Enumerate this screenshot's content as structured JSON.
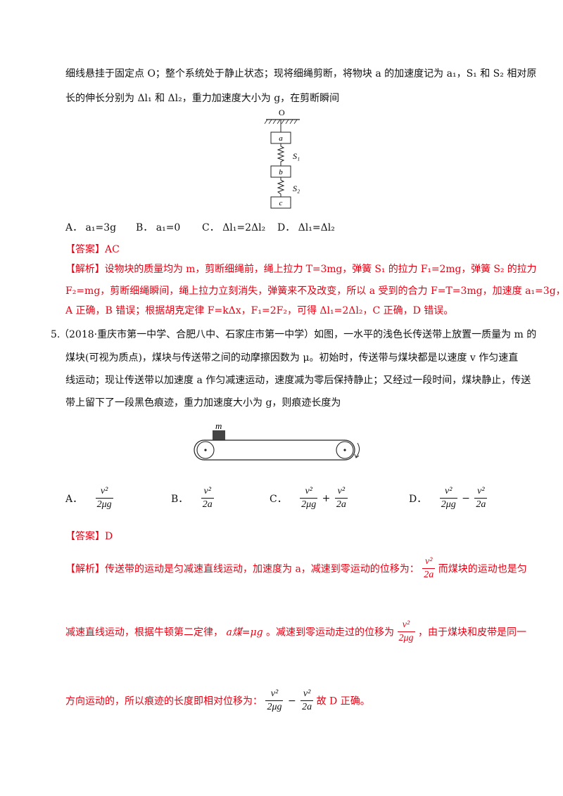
{
  "intro": {
    "line1": "细线悬挂于固定点 O；整个系统处于静止状态；现将细绳剪断，将物块 a 的加速度记为 a₁，S₁ 和 S₂ 相对原",
    "line2": "长的伸长分别为 Δl₁ 和 Δl₂，重力加速度大小为 g，在剪断瞬间"
  },
  "figure1": {
    "point": "O",
    "blocks": [
      "a",
      "b",
      "c"
    ],
    "springs": [
      "S₁",
      "S₂"
    ]
  },
  "q4_options": [
    "A．  a₁=3g",
    "B．  a₁=0",
    "C．  Δl₁=2Δl₂",
    "D．  Δl₁=Δl₂"
  ],
  "q4_answer": "【答案】AC",
  "q4_analysis": [
    "【解析】设物块的质量均为 m，剪断细绳前，绳上拉力 T=3mg，弹簧 S₁ 的拉力 F₁=2mg，弹簧 S₂ 的拉力",
    "F₂=mg，剪断细绳瞬间，绳上拉力立刻消失，弹簧来不及改变，所以 a 受到的合力 F=T=3mg，加速度 a₁=3g，",
    "A 正确，B 错误；根据胡克定律 F=kΔx，F₁=2F₂，可得 Δl₁=2Δl₂，C 正确，D 错误。"
  ],
  "q5": {
    "number": "5.",
    "lines": [
      "（2018·重庆市第一中学、合肥八中、石家庄市第一中学）如图，一水平的浅色长传送带上放置一质量为 m 的",
      "煤块(可视为质点)，煤块与传送带之间的动摩擦因数为 μ。初始时，传送带与煤块都是以速度 v 作匀速直",
      "线运动；现让传送带以加速度 a 作匀减速运动，速度减为零后保持静止；又经过一段时间，煤块静止，传送",
      "带上留下了一段黑色痕迹，重力加速度大小为 g，则痕迹长度为"
    ],
    "block_label": "m",
    "options": {
      "A": {
        "label": "A．",
        "num": "v²",
        "den": "2μg"
      },
      "B": {
        "label": "B．",
        "num": "v²",
        "den": "2a"
      },
      "C": {
        "label": "C．",
        "n1": "v²",
        "d1": "2μg",
        "op": "+",
        "n2": "v²",
        "d2": "2a"
      },
      "D": {
        "label": "D．",
        "n1": "v²",
        "d1": "2μg",
        "op": "−",
        "n2": "v²",
        "d2": "2a"
      }
    },
    "answer": "【答案】D",
    "analysis": {
      "p1_text": "【解析】传送带的运动是匀减速直线运动，加速度为 a，减速到零运动的位移为：",
      "p1_num": "v²",
      "p1_den": "2a",
      "p1_tail": "而煤块的运动也是匀",
      "p2_text": "减速直线运动，根据牛顿第二定律，",
      "p2_formula": "a煤=μg",
      "p2_mid": "。减速到零运动走过的位移为",
      "p2_num": "v²",
      "p2_den": "2μg",
      "p2_tail": "，由于煤块和皮带是同一",
      "p3_text": "方向运动的，所以痕迹的长度即相对位移为：",
      "p3_n1": "v²",
      "p3_d1": "2μg",
      "p3_op": "−",
      "p3_n2": "v²",
      "p3_d2": "2a",
      "p3_tail": "故 D 正确。"
    }
  }
}
